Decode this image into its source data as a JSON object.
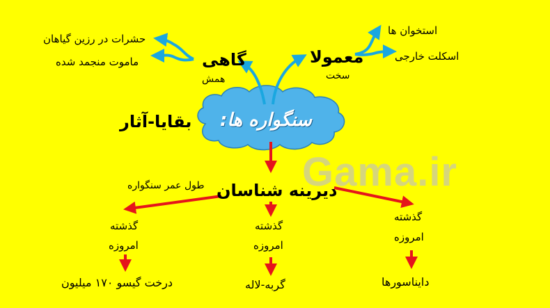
{
  "center": {
    "cloud_text": "سنگواره ها:",
    "cloud_fill": "#4fb3ea"
  },
  "left_branch": {
    "title": "گاهی",
    "subtitle": "همش",
    "items": [
      "حشرات در رزین گیاهان",
      "ماموت منجمد شده"
    ]
  },
  "right_branch": {
    "title": "معمولا",
    "subtitle": "سخت",
    "items": [
      "استخوان ها",
      "اسکلت خارجی"
    ]
  },
  "remains_label": "بقایا-آثار",
  "paleontology": {
    "title": "دیرینه شناسان",
    "note": "طول عمر سنگواره",
    "columns": [
      {
        "top": "گذشته",
        "middle": "امروزه",
        "result": "درخت گیسو ۱۷۰ میلیون"
      },
      {
        "top": "گذشته",
        "middle": "امروزه",
        "result": "گربه-لاله"
      },
      {
        "top": "گذشته",
        "middle": "امروزه",
        "result": "دایناسورها"
      }
    ]
  },
  "watermark": "Gama.ir",
  "colors": {
    "background": "#ffff00",
    "blue_arrow": "#1aa7e0",
    "red_arrow": "#e5141b"
  }
}
